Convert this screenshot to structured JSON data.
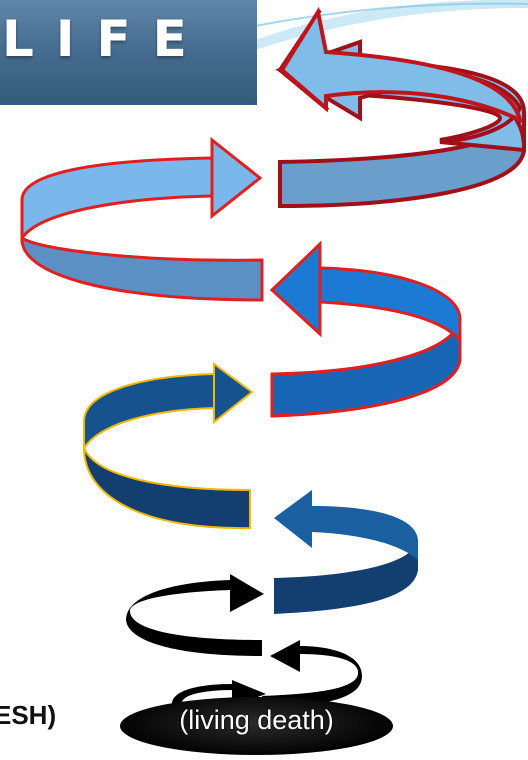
{
  "title": "LIFE",
  "left_label": "ESH)",
  "bottom_label": "(living death)",
  "colors": {
    "banner": "#43698c",
    "tier1_fill": "#7fbce8",
    "tier1_back": "#6a9ecb",
    "tier1_stroke": "#c0141c",
    "tier2_fill": "#7ab8ec",
    "tier2_back": "#5a90c4",
    "tier2_stroke": "#e02020",
    "tier3_fill": "#1c7ad4",
    "tier3_back": "#1a66b6",
    "tier3_stroke": "#e02020",
    "tier4_fill": "#16528e",
    "tier4_back": "#123f70",
    "tier4_stroke": "#f0b800",
    "tier5_fill": "#1a5fa0",
    "tier6_fill": "#000000",
    "badge": "#000000"
  }
}
